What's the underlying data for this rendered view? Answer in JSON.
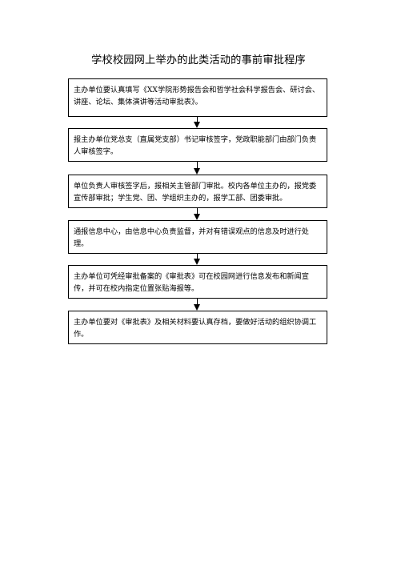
{
  "title": "学校校园网上举办的此类活动的事前审批程序",
  "steps": [
    "主办单位要认真填写《XX学院形势报告会和哲学社会科学报告会、研讨会、讲座、论坛、集体演讲等活动审批表》。",
    "报主办单位党总支（直属党支部）书记审核签字，党政职能部门由部门负责人审核签字。",
    "单位负责人审核签字后，报相关主管部门审批。校内各单位主办的，报党委宣传部审批；学生党、团、学组织主办的，报学工部、团委审批。",
    "通报信息中心，由信息中心负责监督，并对有错误观点的信息及时进行处理。",
    "主办单位可凭经审批备案的《审批表》可在校园网进行信息发布和新闻宣传，并可在校内指定位置张贴海报等。",
    "主办单位要对《审批表》及相关材料要认真存档，要做好活动的组织协调工作。"
  ]
}
